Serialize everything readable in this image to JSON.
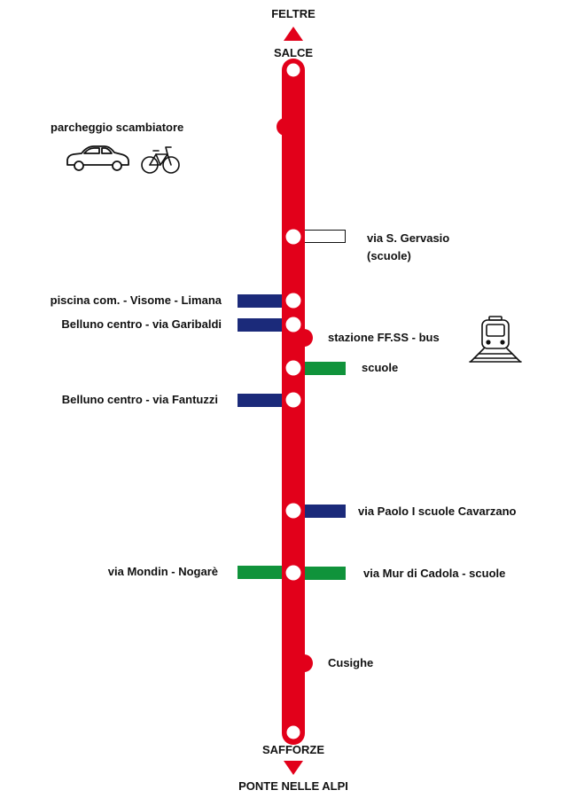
{
  "colors": {
    "line": "#e2001a",
    "connection_blue": "#1b2a7a",
    "connection_green": "#10933b",
    "connection_empty": "#ffffff",
    "text": "#111111"
  },
  "terminals": {
    "north_direction": "FELTRE",
    "north_terminal": "SALCE",
    "south_terminal": "SAFFORZE",
    "south_direction": "PONTE NELLE ALPI"
  },
  "labels": {
    "parking": "parcheggio scambiatore",
    "gervasio_line1": "via S. Gervasio",
    "gervasio_line2": "(scuole)",
    "visome": "piscina com. - Visome - Limana",
    "garibaldi": "Belluno centro - via Garibaldi",
    "station": "stazione FF.SS - bus",
    "scuole": "scuole",
    "fantuzzi": "Belluno centro - via Fantuzzi",
    "cavarzano": "via Paolo I scuole Cavarzano",
    "nogare": "via Mondin - Nogarè",
    "cadola": "via Mur di Cadola - scuole",
    "cusighe": "Cusighe"
  },
  "icons": [
    "car-icon",
    "bicycle-icon",
    "train-icon"
  ]
}
